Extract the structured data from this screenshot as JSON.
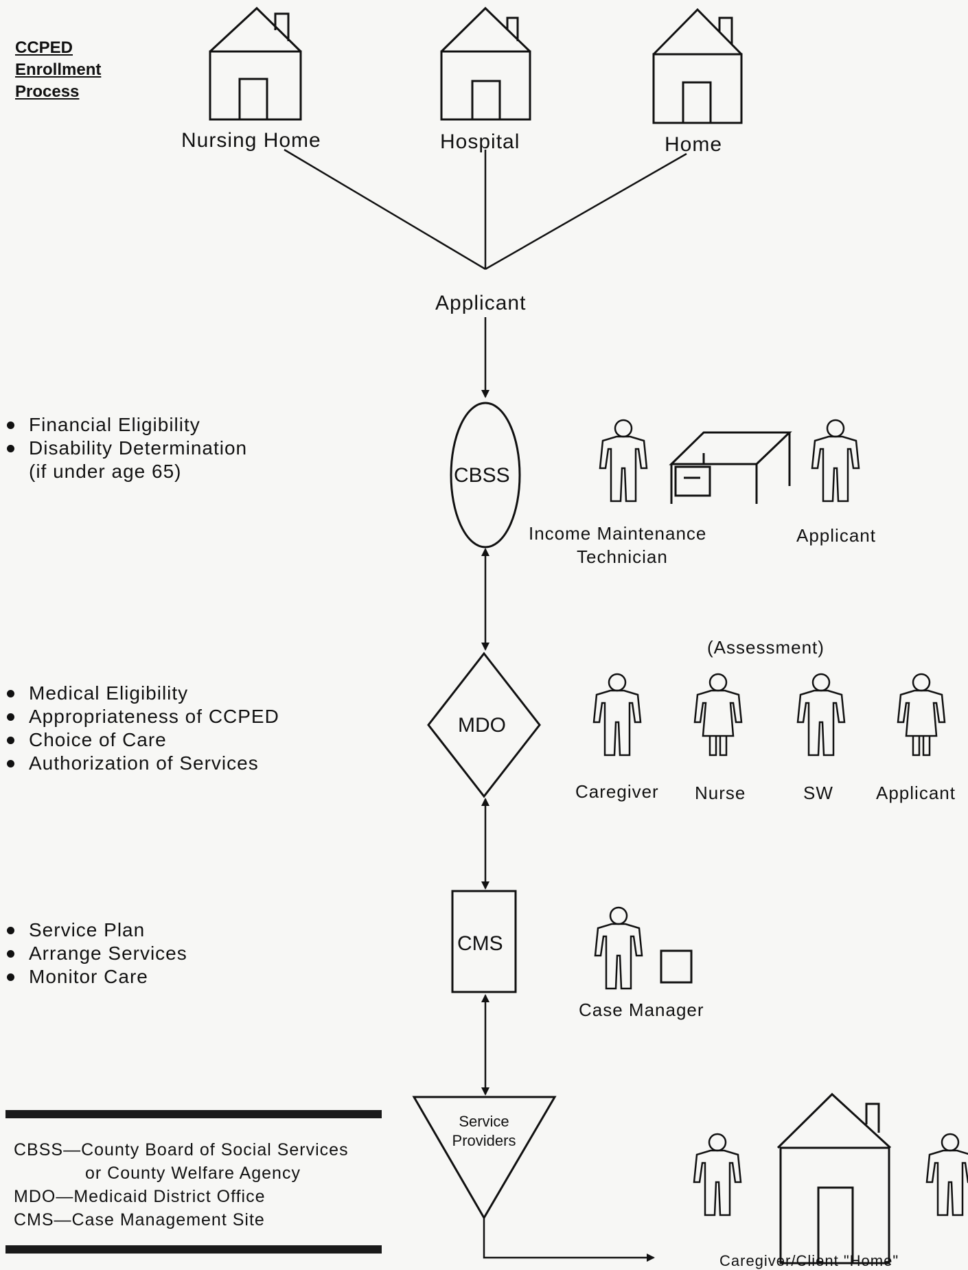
{
  "title_lines": [
    "CCPED",
    "Enrollment",
    "Process"
  ],
  "sources": {
    "nursing_home": "Nursing Home",
    "hospital": "Hospital",
    "home": "Home"
  },
  "applicant": "Applicant",
  "nodes": {
    "cbss": "CBSS",
    "mdo": "MDO",
    "cms": "CMS",
    "service_providers_line1": "Service",
    "service_providers_line2": "Providers"
  },
  "cbss_tasks": {
    "item1": "Financial Eligibility",
    "item2": "Disability Determination",
    "item2_note": "(if under age 65)"
  },
  "mdo_tasks": [
    "Medical Eligibility",
    "Appropriateness of CCPED",
    "Choice of Care",
    "Authorization of Services"
  ],
  "cms_tasks": [
    "Service Plan",
    "Arrange Services",
    "Monitor Care"
  ],
  "cbss_people": {
    "technician_line1": "Income  Maintenance",
    "technician_line2": "Technician",
    "applicant": "Applicant"
  },
  "assessment": {
    "heading": "(Assessment)",
    "caregiver": "Caregiver",
    "nurse": "Nurse",
    "sw": "SW",
    "applicant": "Applicant"
  },
  "case_manager": "Case Manager",
  "final_label": "Caregiver/Client \"Home\"",
  "legend": {
    "line1": "CBSS—County Board of Social Services",
    "line2": "or County Welfare Agency",
    "line3": "MDO—Medicaid District Office",
    "line4": "CMS—Case Management Site"
  }
}
